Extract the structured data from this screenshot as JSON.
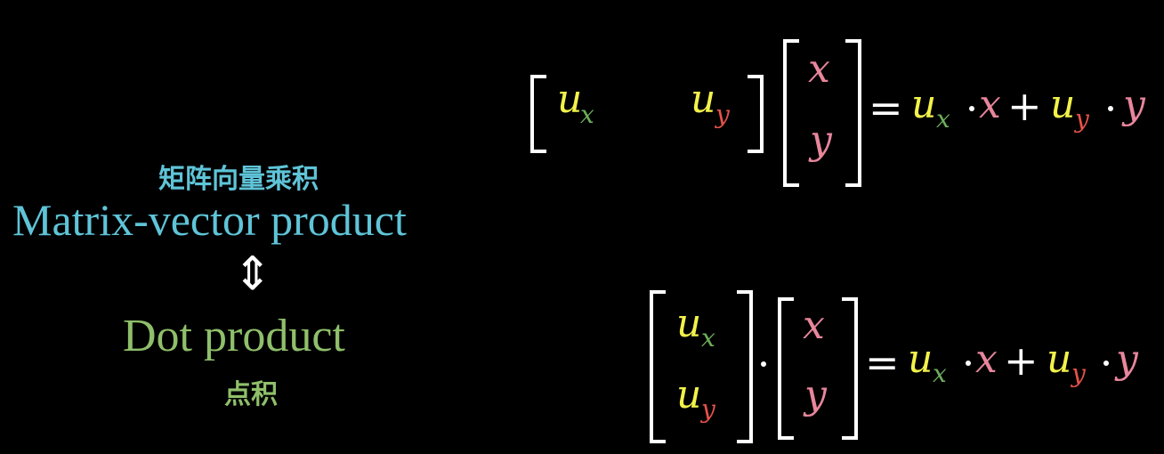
{
  "left": {
    "matrix_vector_cn": "矩阵向量乘积",
    "matrix_vector_en": "Matrix-vector product",
    "arrow": "⇕",
    "dot_product_en": "Dot product",
    "dot_product_cn": "点积"
  },
  "symbols": {
    "u": "u",
    "x": "x",
    "y": "y",
    "sub_x": "x",
    "sub_y": "y",
    "equals": "=",
    "plus": "+"
  },
  "colors": {
    "background": "#000000",
    "cyan_text": "#5fc4d8",
    "green_text": "#8fbf6a",
    "yellow_u": "#f2f24a",
    "green_sub": "#6cae5a",
    "red_sub": "#e8524a",
    "pink_xy": "#e8869c",
    "white": "#ffffff"
  }
}
